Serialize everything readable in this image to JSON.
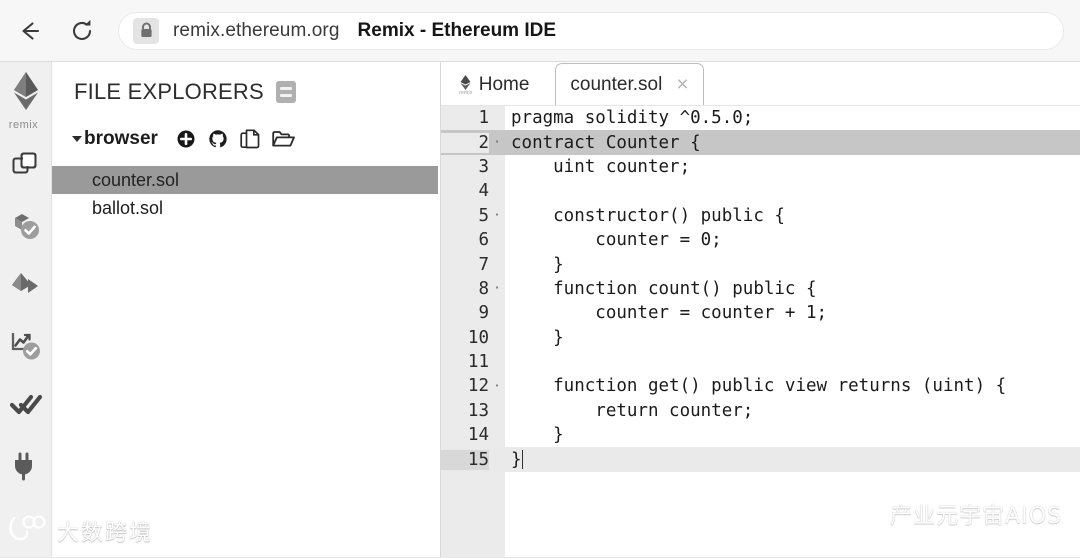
{
  "browser": {
    "back_icon": "arrow-left-icon",
    "reload_icon": "reload-icon",
    "lock_icon": "lock-icon",
    "url": "remix.ethereum.org",
    "page_title": "Remix - Ethereum IDE"
  },
  "icon_rail": {
    "brand_label": "remix",
    "items": [
      {
        "name": "file-explorers-icon",
        "title": "File explorers"
      },
      {
        "name": "solidity-compiler-icon",
        "title": "Solidity compiler"
      },
      {
        "name": "deploy-run-icon",
        "title": "Deploy & run transactions"
      },
      {
        "name": "analysis-icon",
        "title": "Solidity static analysis"
      },
      {
        "name": "debugger-icon",
        "title": "Debugger"
      },
      {
        "name": "plugin-manager-icon",
        "title": "Plugin manager"
      }
    ]
  },
  "explorer": {
    "title": "FILE EXPLORERS",
    "doc_icon": "book-icon",
    "tree": {
      "root_label": "browser",
      "expanded": true,
      "actions": [
        {
          "name": "create-file-icon",
          "title": "Create new file"
        },
        {
          "name": "github-icon",
          "title": "Publish to gist"
        },
        {
          "name": "copy-files-icon",
          "title": "Copy files"
        },
        {
          "name": "open-folder-icon",
          "title": "Connect to localhost"
        }
      ]
    },
    "files": [
      {
        "name": "counter.sol",
        "selected": true
      },
      {
        "name": "ballot.sol",
        "selected": false
      }
    ]
  },
  "editor": {
    "tabs": [
      {
        "label": "Home",
        "active": false,
        "icon": "remix-tab-icon",
        "icon_sub": "remix",
        "closable": false
      },
      {
        "label": "counter.sol",
        "active": true,
        "closable": true,
        "close_label": "×"
      }
    ],
    "lines": [
      {
        "n": "1",
        "fold": "",
        "text": "pragma solidity ^0.5.0;",
        "highlight": "none"
      },
      {
        "n": "2",
        "fold": "·",
        "text": "contract Counter {",
        "highlight": "strong"
      },
      {
        "n": "3",
        "fold": "",
        "text": "    uint counter;",
        "highlight": "none"
      },
      {
        "n": "4",
        "fold": "",
        "text": "",
        "highlight": "none"
      },
      {
        "n": "5",
        "fold": "·",
        "text": "    constructor() public {",
        "highlight": "none"
      },
      {
        "n": "6",
        "fold": "",
        "text": "        counter = 0;",
        "highlight": "none"
      },
      {
        "n": "7",
        "fold": "",
        "text": "    }",
        "highlight": "none"
      },
      {
        "n": "8",
        "fold": "·",
        "text": "    function count() public {",
        "highlight": "none"
      },
      {
        "n": "9",
        "fold": "",
        "text": "        counter = counter + 1;",
        "highlight": "none"
      },
      {
        "n": "10",
        "fold": "",
        "text": "    }",
        "highlight": "none"
      },
      {
        "n": "11",
        "fold": "",
        "text": "",
        "highlight": "none"
      },
      {
        "n": "12",
        "fold": "·",
        "text": "    function get() public view returns (uint) {",
        "highlight": "none"
      },
      {
        "n": "13",
        "fold": "",
        "text": "        return counter;",
        "highlight": "none"
      },
      {
        "n": "14",
        "fold": "",
        "text": "    }",
        "highlight": "none"
      },
      {
        "n": "15",
        "fold": "",
        "text": "}",
        "highlight": "soft",
        "cursor": true
      }
    ]
  },
  "watermarks": {
    "left": {
      "logo": "dashuji-logo-icon",
      "text": "大数跨境"
    },
    "right": {
      "logo": "wechat-icon",
      "text": "产业元宇宙AIOS"
    }
  },
  "colors": {
    "chrome_bg": "#f7f7f7",
    "rail_bg": "#f0f0f0",
    "gutter_bg": "#ebebeb",
    "selected_file_bg": "#9a9a9a",
    "line_highlight": "#c6c6c6",
    "active_line": "#eaeaea"
  }
}
